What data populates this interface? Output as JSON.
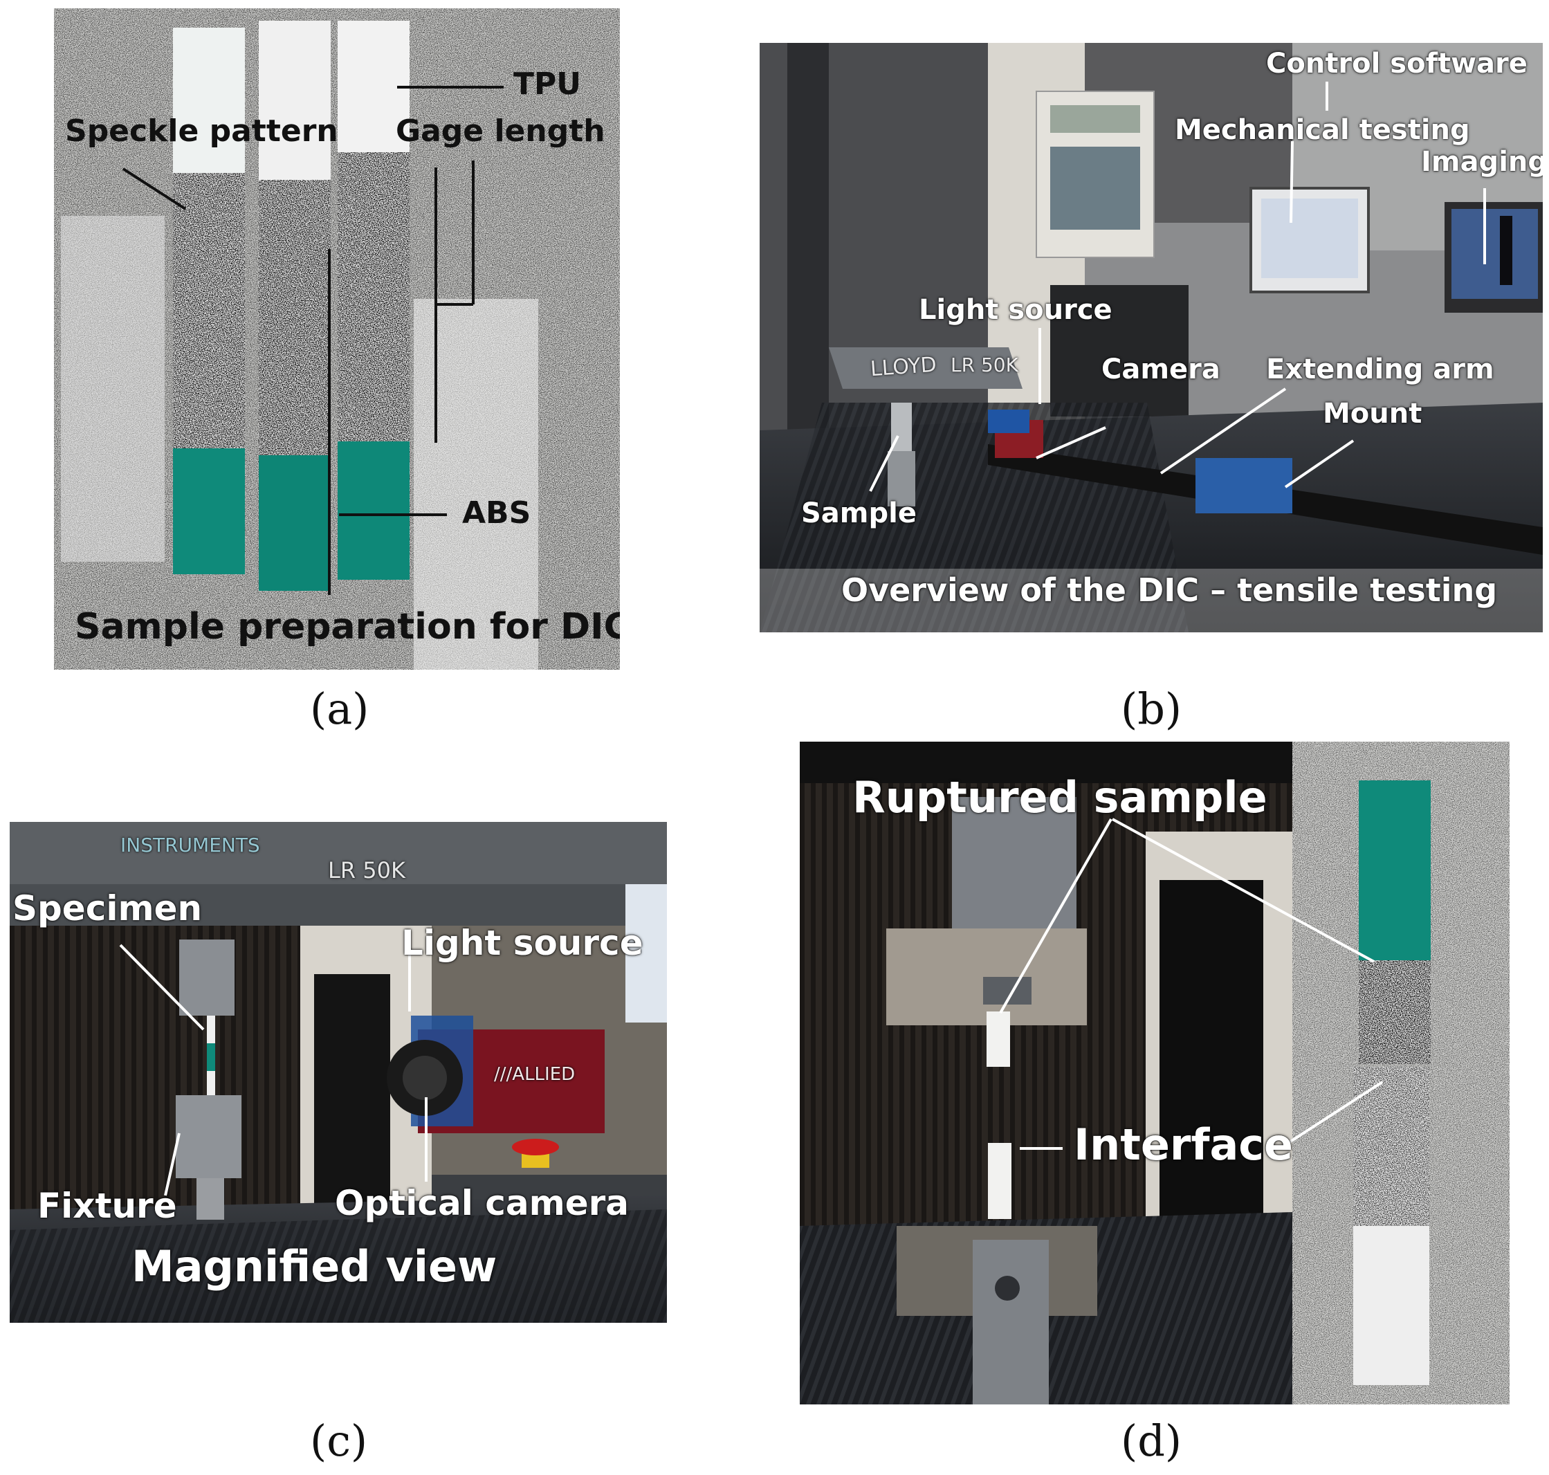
{
  "panels": {
    "a": {
      "caption": "(a)",
      "labels": {
        "tpu": "TPU",
        "speckle": "Speckle pattern",
        "gage": "Gage length",
        "abs": "ABS",
        "title": "Sample preparation for DIC"
      }
    },
    "b": {
      "caption": "(b)",
      "labels": {
        "control": "Control software",
        "mech": "Mechanical testing",
        "imaging": "Imaging",
        "light": "Light source",
        "camera": "Camera",
        "arm": "Extending arm",
        "mount": "Mount",
        "sample": "Sample",
        "title": "Overview of the DIC – tensile testing",
        "brand": "LLOYD",
        "model": "LR 50K"
      }
    },
    "c": {
      "caption": "(c)",
      "labels": {
        "specimen": "Specimen",
        "light": "Light source",
        "fixture": "Fixture",
        "camera": "Optical camera",
        "title": "Magnified view",
        "brand": "INSTRUMENTS",
        "model": "LR 50K",
        "camera_brand": "///ALLIED"
      }
    },
    "d": {
      "caption": "(d)",
      "labels": {
        "ruptured": "Ruptured sample",
        "interface": "Interface"
      }
    }
  },
  "colors": {
    "abs_green": "#0f8a7a",
    "camera_red": "#7a1420",
    "light_blue": "#1d4f9a"
  }
}
